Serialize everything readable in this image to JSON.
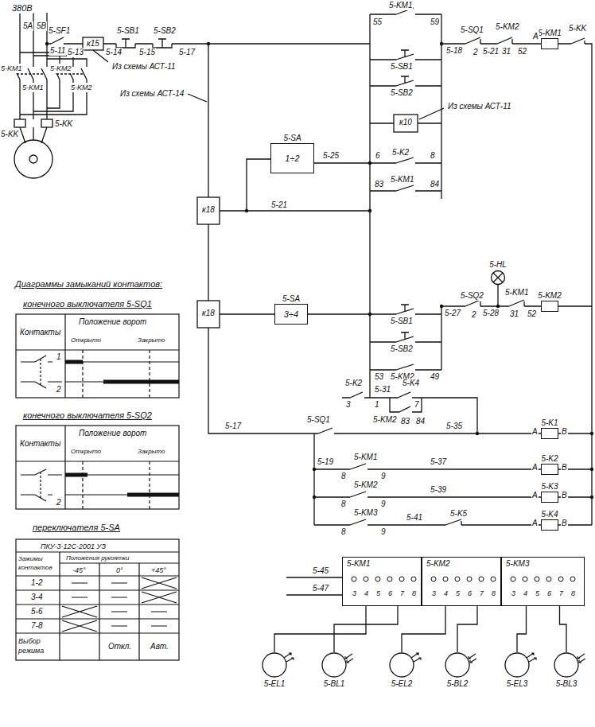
{
  "diagram": {
    "nodes": [
      {
        "text": [
          "5-SA",
          "1÷2"
        ]
      },
      {
        "text": [
          "5-KM1"
        ]
      },
      {
        "text": [
          "5-HL"
        ]
      },
      {
        "text": [
          "5-KM2"
        ]
      },
      {
        "text": [
          "5-SA",
          "3÷4"
        ]
      },
      {
        "text": [
          "5-K1"
        ]
      },
      {
        "text": [
          "5-K2"
        ]
      },
      {
        "text": [
          "5-K3"
        ]
      },
      {
        "text": [
          "5-K4"
        ]
      },
      {
        "text": [
          "5-KM1"
        ]
      },
      {
        "text": [
          "5-KM2"
        ]
      },
      {
        "text": [
          "5-KM3"
        ]
      },
      {
        "text": [
          "5-EL1"
        ]
      },
      {
        "text": [
          "5-BL1"
        ]
      },
      {
        "text": [
          "5-EL2"
        ]
      },
      {
        "text": [
          "5-BL2"
        ]
      },
      {
        "text": [
          "5-EL3"
        ]
      },
      {
        "text": [
          "5-BL3"
        ]
      }
    ],
    "edges": [
      {
        "from": 12,
        "to": 9,
        "arrow": "none"
      },
      {
        "from": 13,
        "to": 9,
        "arrow": "none"
      },
      {
        "from": 14,
        "to": 10,
        "arrow": "none"
      },
      {
        "from": 15,
        "to": 10,
        "arrow": "none"
      },
      {
        "from": 16,
        "to": 11,
        "arrow": "none"
      },
      {
        "from": 17,
        "to": 11,
        "arrow": "none"
      }
    ],
    "labels": [
      "380В",
      "5А",
      "5В",
      "5-SF1",
      "к15",
      "5-SB1",
      "5-SB2",
      "5-11",
      "5-13",
      "5-14",
      "5-15",
      "5-17",
      "Из схемы АСТ-11",
      "5-KM1",
      "5-KM1",
      "5-KM2",
      "5-KM2",
      "5-KK",
      "5-KK",
      "Из схемы АСТ-14",
      "55",
      "5-KM1",
      "59",
      "5-SB1",
      "5-SB2",
      "к10",
      "Из схемы АСТ-11",
      "5-25",
      "6",
      "5-K2",
      "8",
      "83",
      "5-KM1",
      "84",
      "5-18",
      "5-SQ1",
      "2",
      "5-21",
      "31",
      "5-KM2",
      "52",
      "А",
      "5-KK",
      "к18",
      "5-21",
      "к18",
      "5-SB1",
      "5-SB2",
      "53",
      "5-KM2",
      "49",
      "5-27",
      "5-SQ2",
      "2",
      "5-28",
      "5-KM1",
      "31",
      "52",
      "5-K2",
      "5-31",
      "5-K4",
      "3",
      "1",
      "7",
      "5-KM2",
      "83",
      "84",
      "5-SQ1",
      "5-17",
      "5-35",
      "А",
      "В",
      "5-19",
      "8",
      "5-KM1",
      "9",
      "5-37",
      "А",
      "В",
      "8",
      "5-KM2",
      "9",
      "5-39",
      "А",
      "В",
      "8",
      "5-KM3",
      "9",
      "5-41",
      "5-K5",
      "А",
      "В",
      "5-45",
      "5-47",
      "3",
      "4",
      "5",
      "6",
      "7",
      "8",
      "3",
      "4",
      "5",
      "6",
      "7",
      "8",
      "3",
      "4",
      "5",
      "6",
      "7",
      "8",
      "Диаграммы замыканий контактов:",
      "конечного выключателя 5-SQ1",
      "Контакты",
      "Положение ворот",
      "Открыто",
      "Закрыто",
      "1",
      "2",
      "конечного выключателя 5-SQ2",
      "Контакты",
      "Положение ворот",
      "Открыто",
      "Закрыто",
      "2",
      "переключателя 5-SA",
      "ПКУ-3-12С-2001 УЗ",
      "Зажимы контактов",
      "Положения рукоятки",
      "-45°",
      "0°",
      "+45°",
      "1-2",
      "3-4",
      "5-6",
      "7-8",
      "Выбор режима",
      "Откл.",
      "Авт."
    ]
  }
}
